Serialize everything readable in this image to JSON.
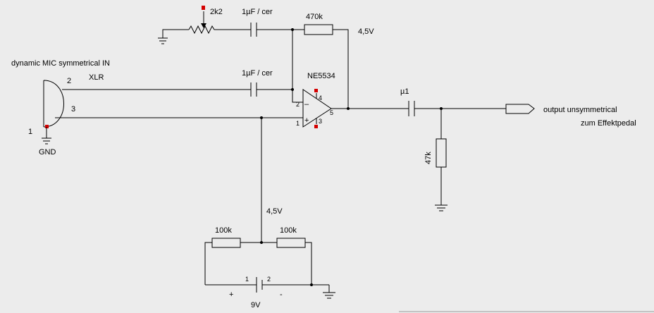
{
  "colors": {
    "background": "#ececec",
    "wire": "#000000",
    "pin_marker": "#d40000"
  },
  "labels": {
    "pot": "2k2",
    "cap_top": "1µF / cer",
    "res_feedback": "470k",
    "bias_top": "4,5V",
    "mic_title": "dynamic MIC symmetrical IN",
    "xlr": "XLR",
    "cap_mid": "1µF / cer",
    "opamp": "NE5534",
    "cap_out": "µ1",
    "output_line1": "output unsymmetrical",
    "output_line2": "zum Effektpedal",
    "res_out": "47k",
    "gnd": "GND",
    "bias_mid": "4,5V",
    "res_div1": "100k",
    "res_div2": "100k",
    "battery": "9V",
    "batt_plus": "+",
    "batt_minus": "-"
  },
  "pins": {
    "xlr1": "1",
    "xlr2": "2",
    "xlr3": "3",
    "op_inv": "2",
    "op_noninv": "1",
    "op_v4": "4",
    "op_v3": "3",
    "op_out": "5",
    "op_minus": "–",
    "op_plus": "+",
    "batt1": "1",
    "batt2": "2"
  },
  "icons": [
    "ground-icon",
    "resistor-icon",
    "capacitor-icon",
    "potentiometer-icon",
    "opamp-icon",
    "xlr-connector-icon",
    "output-connector-icon",
    "battery-icon"
  ]
}
